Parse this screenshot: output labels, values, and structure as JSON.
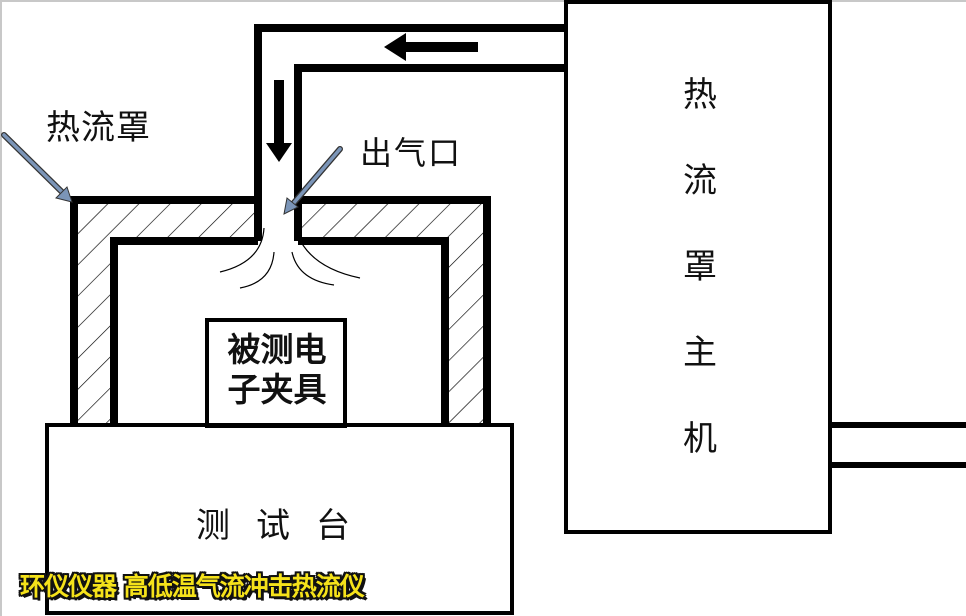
{
  "diagram": {
    "type": "schematic",
    "title_caption": "环仪仪器 高低温气流冲击热流仪",
    "labels": {
      "hood": "热流罩",
      "outlet": "出气口",
      "fixture_line1": "被测电",
      "fixture_line2": "子夹具",
      "test_table": "测试台",
      "main_unit_chars": [
        "热",
        "流",
        "罩",
        "主",
        "机"
      ]
    },
    "components": [
      {
        "id": "heat-flow-hood",
        "label": "热流罩",
        "style": "hatched walls"
      },
      {
        "id": "air-outlet",
        "label": "出气口",
        "style": "nozzle with diverging flow lines"
      },
      {
        "id": "fixture",
        "label": "被测电子夹具"
      },
      {
        "id": "test-table",
        "label": "测试台"
      },
      {
        "id": "main-unit",
        "label": "热流罩主机"
      }
    ],
    "flows": [
      {
        "from": "main-unit",
        "to": "duct-horizontal",
        "direction": "left"
      },
      {
        "from": "duct-vertical",
        "to": "air-outlet",
        "direction": "down"
      }
    ],
    "colors": {
      "stroke": "#000000",
      "pointer_arrow": "#7b95b8",
      "caption_fill": "#f5e21a",
      "caption_outline": "#111111"
    }
  }
}
